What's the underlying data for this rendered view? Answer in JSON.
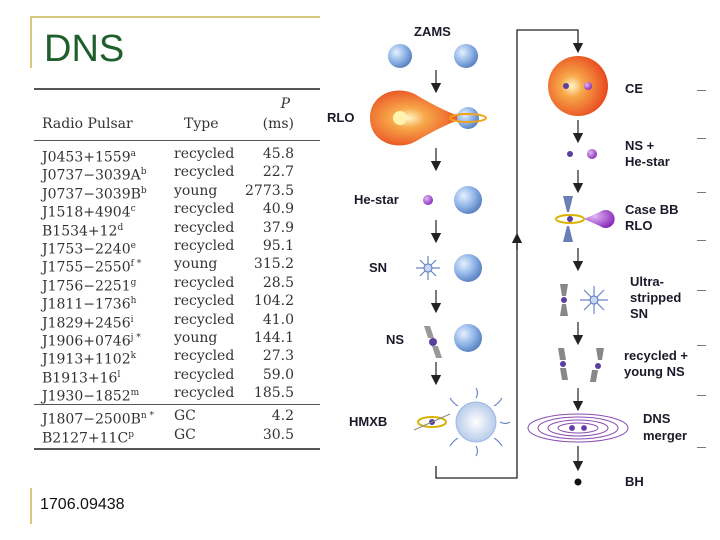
{
  "slide": {
    "title": "DNS",
    "footnote": "1706.09438"
  },
  "table": {
    "header": {
      "col1": "Radio Pulsar",
      "col2": "Type",
      "col3_symbol": "P",
      "col3_unit": "(ms)"
    },
    "rows": [
      {
        "name": "J0453+1559",
        "sup": "a",
        "type": "recycled",
        "p": "45.8"
      },
      {
        "name": "J0737−3039A",
        "sup": "b",
        "type": "recycled",
        "p": "22.7"
      },
      {
        "name": "J0737−3039B",
        "sup": "b",
        "type": "young",
        "p": "2773.5"
      },
      {
        "name": "J1518+4904",
        "sup": "c",
        "type": "recycled",
        "p": "40.9"
      },
      {
        "name": "B1534+12",
        "sup": "d",
        "type": "recycled",
        "p": "37.9"
      },
      {
        "name": "J1753−2240",
        "sup": "e",
        "type": "recycled",
        "p": "95.1"
      },
      {
        "name": "J1755−2550",
        "sup": "f *",
        "type": "young",
        "p": "315.2"
      },
      {
        "name": "J1756−2251",
        "sup": "g",
        "type": "recycled",
        "p": "28.5"
      },
      {
        "name": "J1811−1736",
        "sup": "h",
        "type": "recycled",
        "p": "104.2"
      },
      {
        "name": "J1829+2456",
        "sup": "i",
        "type": "recycled",
        "p": "41.0"
      },
      {
        "name": "J1906+0746",
        "sup": "j *",
        "type": "young",
        "p": "144.1"
      },
      {
        "name": "J1913+1102",
        "sup": "k",
        "type": "recycled",
        "p": "27.3"
      },
      {
        "name": "B1913+16",
        "sup": "l",
        "type": "recycled",
        "p": "59.0"
      },
      {
        "name": "J1930−1852",
        "sup": "m",
        "type": "recycled",
        "p": "185.5"
      }
    ],
    "gc_rows": [
      {
        "name": "J1807−2500B",
        "sup": "n *",
        "type": "GC",
        "p": "4.2"
      },
      {
        "name": "B2127+11C",
        "sup": "p",
        "type": "GC",
        "p": "30.5"
      }
    ]
  },
  "diagram": {
    "left_labels": {
      "zams": "ZAMS",
      "rlo": "RLO",
      "he_star": "He-star",
      "sn": "SN",
      "ns": "NS",
      "hmxb": "HMXB"
    },
    "right_labels": {
      "ce": "CE",
      "ns_he_1": "NS +",
      "ns_he_2": "He-star",
      "case_bb_1": "Case BB",
      "case_bb_2": "RLO",
      "ultra_1": "Ultra-",
      "ultra_2": "stripped",
      "ultra_3": "SN",
      "recycled_1": "recycled +",
      "recycled_2": "young NS",
      "dns_1": "DNS",
      "dns_2": "merger",
      "bh": "BH"
    }
  },
  "colors": {
    "title": "#1f5f2b",
    "frame": "#d8c87a",
    "star_blue": "#8fb4e6",
    "star_red": "#e8461e",
    "star_orange": "#f7a84a",
    "he_star": "#9b35c4"
  }
}
